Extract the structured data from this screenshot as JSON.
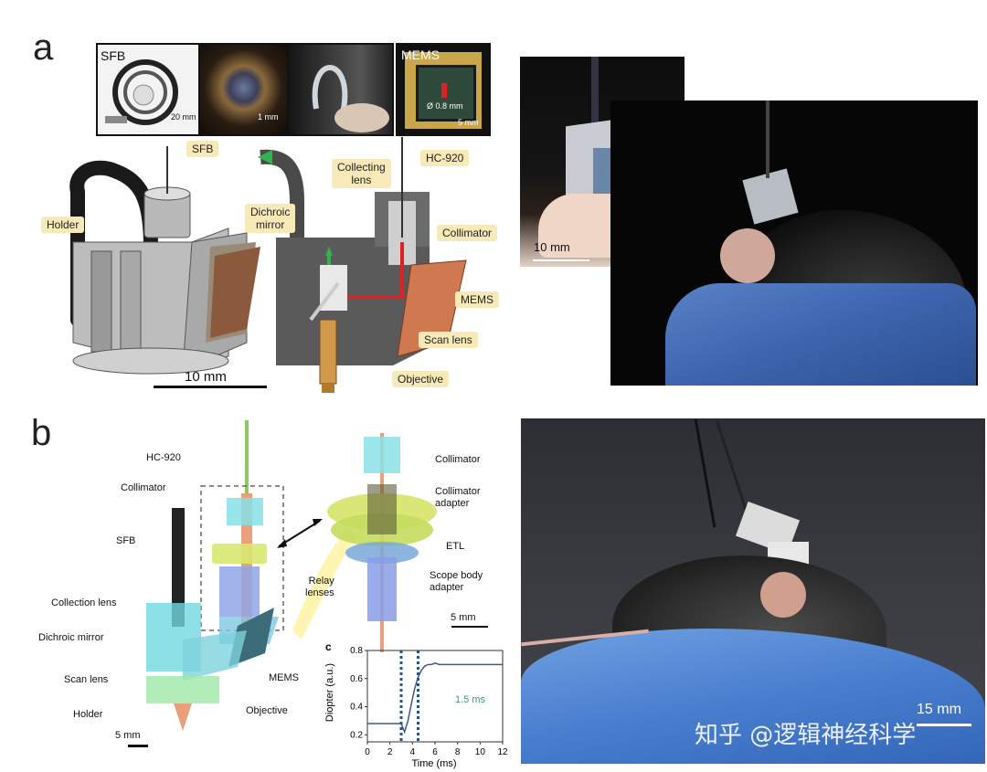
{
  "panel_a": {
    "letter": "a",
    "insets": {
      "sfb_label": "SFB",
      "sfb_scale": "20 mm",
      "tip_scale": "1 mm",
      "mems_label": "MEMS",
      "mems_dim": "Ø 0.8 mm",
      "mems_scale": "5 mm"
    },
    "callouts": {
      "sfb": "SFB",
      "holder": "Holder",
      "collecting_lens": "Collecting\nlens",
      "hc920": "HC-920",
      "dichroic_mirror": "Dichroic\nmirror",
      "collimator": "Collimator",
      "mems": "MEMS",
      "scan_lens": "Scan lens",
      "objective": "Objective"
    },
    "scale_bar": "10 mm",
    "photo_scale": "10 mm"
  },
  "panel_b": {
    "letter": "b",
    "labels": {
      "hc920": "HC-920",
      "collimator": "Collimator",
      "sfb": "SFB",
      "collection_lens": "Collection lens",
      "dichroic_mirror": "Dichroic mirror",
      "scan_lens": "Scan lens",
      "holder": "Holder",
      "mems": "MEMS",
      "objective": "Objective",
      "exp_collimator": "Collimator",
      "collimator_adapter": "Collimator\nadapter",
      "etl": "ETL",
      "relay_lenses": "Relay\nlenses",
      "scope_body_adapter": "Scope body\nadapter"
    },
    "scale_left": "5 mm",
    "scale_right": "5 mm",
    "photo_scale": "15 mm",
    "watermark": "知乎 @逻辑神经科学"
  },
  "chart_data": {
    "type": "line",
    "panel_letter": "c",
    "xlabel": "Time (ms)",
    "ylabel": "Diopter (a.u.)",
    "xlim": [
      0,
      12
    ],
    "ylim": [
      0.15,
      0.8
    ],
    "xticks": [
      0,
      2,
      4,
      6,
      8,
      10,
      12
    ],
    "yticks": [
      0.2,
      0.4,
      0.6,
      0.8
    ],
    "annotation": "1.5 ms",
    "markers_x": [
      3.0,
      4.5
    ],
    "series": [
      {
        "x": [
          0,
          2.4,
          3.0,
          3.3,
          3.6,
          3.9,
          4.2,
          4.5,
          4.8,
          5.1,
          5.4,
          5.7,
          6.0,
          6.4,
          7.0,
          8.0,
          9.0,
          12.0
        ],
        "y": [
          0.28,
          0.28,
          0.28,
          0.22,
          0.3,
          0.42,
          0.53,
          0.61,
          0.66,
          0.69,
          0.7,
          0.7,
          0.71,
          0.7,
          0.7,
          0.7,
          0.7,
          0.7
        ]
      }
    ]
  }
}
